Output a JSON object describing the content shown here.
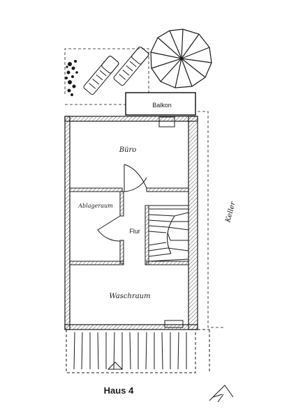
{
  "plan": {
    "title": "Haus 4",
    "rooms": {
      "balcony": "Balkon",
      "office": "Büro",
      "storage": "Ablageraum",
      "hallway": "Flur",
      "laundry": "Waschraum",
      "cellar": "Keller"
    }
  },
  "colors": {
    "ink": "#1a1a1a",
    "paper": "#ffffff",
    "wall_hatch": "#555555"
  },
  "icons": {
    "umbrella": "parasol-icon",
    "loungers": "sun-lounger-icon",
    "shrub": "shrub-icon",
    "north": "north-arrow-icon"
  }
}
